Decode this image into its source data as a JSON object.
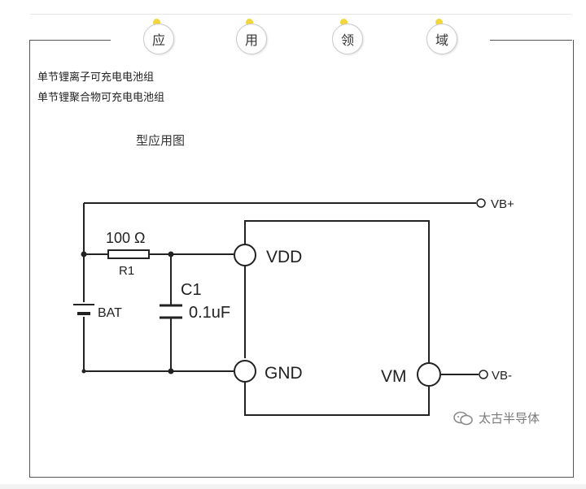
{
  "header": {
    "tabs": [
      {
        "label": "应"
      },
      {
        "label": "用"
      },
      {
        "label": "领"
      },
      {
        "label": "域"
      }
    ],
    "accent_color": "#f3d63b"
  },
  "content": {
    "lines": [
      "单节锂离子可充电电池组",
      "单节锂聚合物可充电电池组"
    ],
    "caption": "型应用图"
  },
  "circuit": {
    "resistor_value": "100 Ω",
    "resistor_name": "R1",
    "capacitor_name": "C1",
    "capacitor_value": "0.1uF",
    "battery_label": "BAT",
    "pin_vdd": "VDD",
    "pin_gnd": "GND",
    "pin_vm": "VM",
    "terminal_vb_plus": "VB+",
    "terminal_vb_minus": "VB-"
  },
  "watermark": {
    "text": "太古半导体",
    "icon": "wechat-icon"
  }
}
